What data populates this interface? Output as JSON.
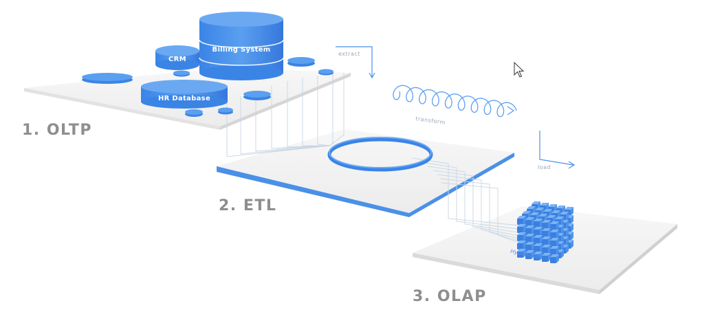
{
  "colors": {
    "accent": "#4a90e8",
    "accent_light": "#7fb0f0",
    "accent_dark": "#2f72d6",
    "platform": "#f2f2f2",
    "platform_edge": "#d8d8d8",
    "label_gray": "#8e8e8e",
    "line": "#c9d6e4"
  },
  "stages": {
    "oltp": {
      "label": "1. OLTP"
    },
    "etl": {
      "label": "2. ETL"
    },
    "olap": {
      "label": "3. OLAP"
    }
  },
  "databases": {
    "billing": "Billing System",
    "crm": "CRM",
    "hr": "HR Database"
  },
  "flow": {
    "extract": "extract",
    "transform": "transform",
    "load": "load"
  },
  "olap": {
    "cube_label": "Hypercube"
  },
  "icons": {
    "cursor": "mouse-pointer-icon"
  }
}
